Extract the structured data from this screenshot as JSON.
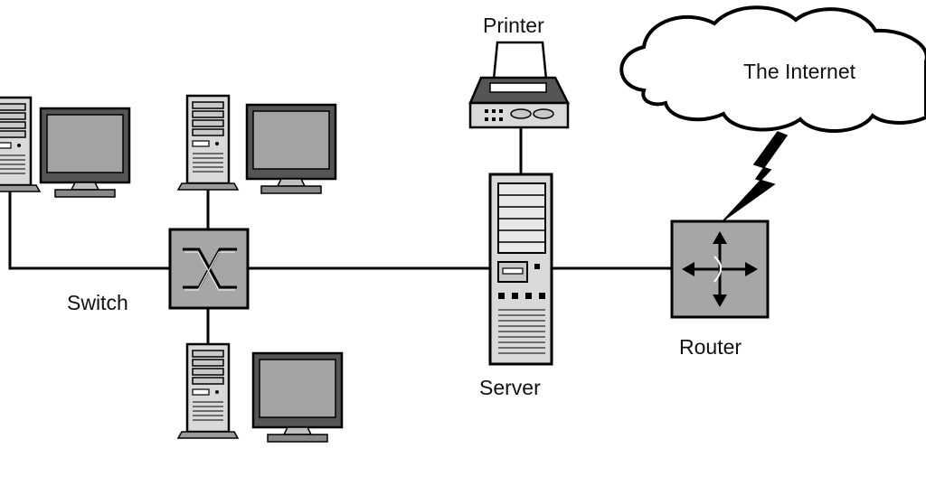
{
  "labels": {
    "printer": "Printer",
    "internet": "The Internet",
    "switch": "Switch",
    "router": "Router",
    "server": "Server"
  },
  "colors": {
    "background": "#ffffff",
    "device_face": "#a6a6a6",
    "device_light": "#e3e3e3",
    "screen": "#a3a3a3",
    "outline": "#000000"
  },
  "icons": [
    "tower-computer-icon",
    "monitor-icon",
    "switch-icon",
    "server-icon",
    "printer-icon",
    "router-icon",
    "cloud-icon",
    "lightning-bolt-icon"
  ]
}
